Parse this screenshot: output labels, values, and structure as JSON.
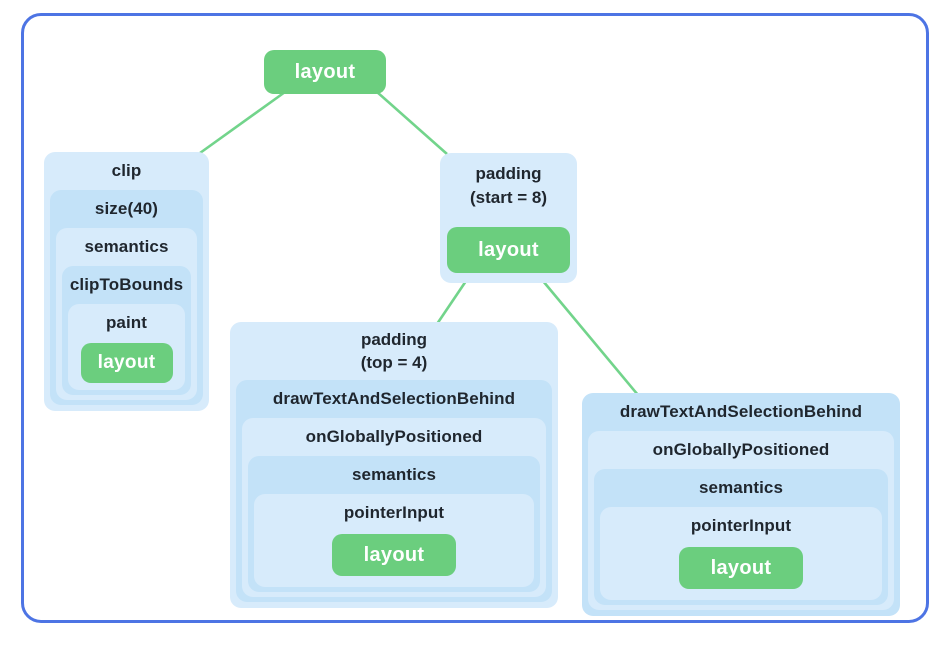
{
  "diagram_title": "modifier-node-tree",
  "colors": {
    "frame_border": "#4d74e4",
    "box_light": "#d7ebfb",
    "box_dark": "#c3e2f8",
    "leaf_green": "#6bce7e",
    "connector_green": "#72d48b",
    "label_text": "#1f262e",
    "leaf_text": "#ffffff"
  },
  "root": {
    "label": "layout"
  },
  "clip_chain": {
    "levels": [
      "clip",
      "size(40)",
      "semantics",
      "clipToBounds",
      "paint"
    ],
    "leaf": "layout"
  },
  "padding_start_node": {
    "title_line1": "padding",
    "title_line2": "(start = 8)",
    "leaf": "layout"
  },
  "padding_top_chain": {
    "title_line1": "padding",
    "title_line2": "(top = 4)",
    "levels": [
      "drawTextAndSelectionBehind",
      "onGloballyPositioned",
      "semantics",
      "pointerInput"
    ],
    "leaf": "layout"
  },
  "draw_text_chain": {
    "levels": [
      "drawTextAndSelectionBehind",
      "onGloballyPositioned",
      "semantics",
      "pointerInput"
    ],
    "leaf": "layout"
  }
}
